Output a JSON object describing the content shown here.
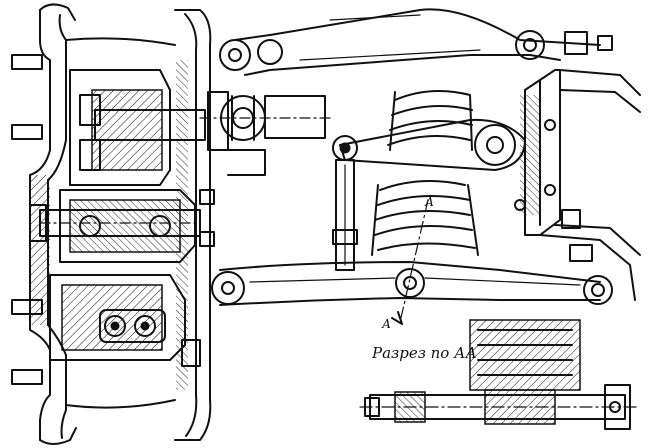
{
  "drawing": {
    "section_title": "Разрез по АА",
    "section_marks": [
      "А",
      "А"
    ]
  }
}
